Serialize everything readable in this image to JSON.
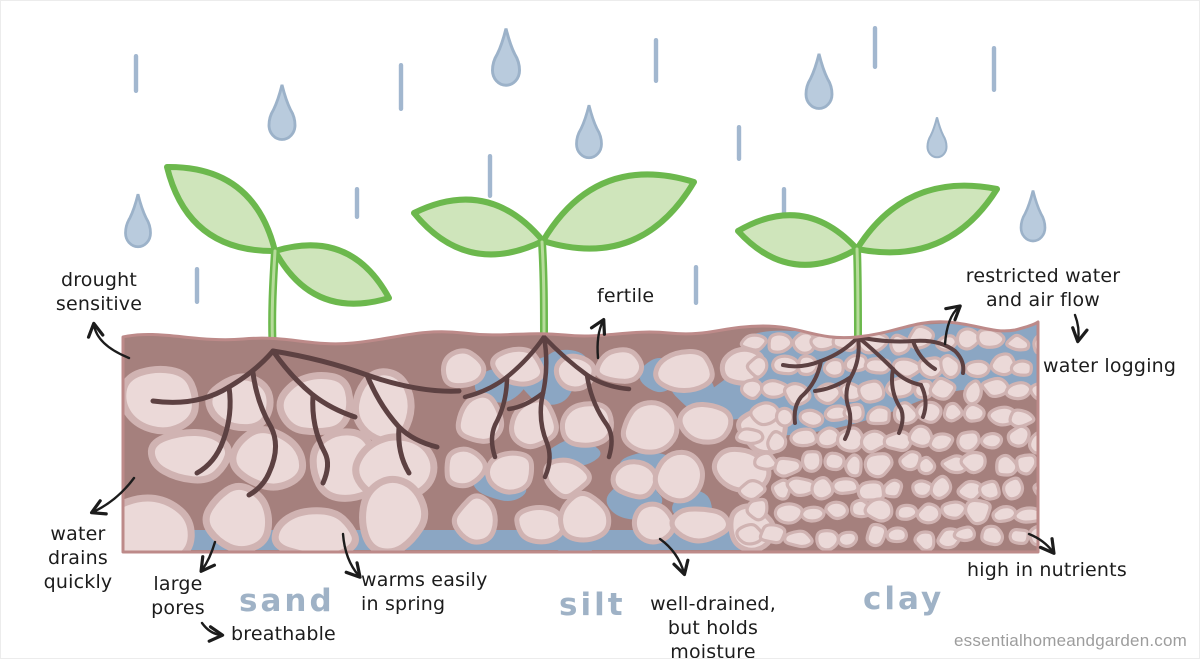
{
  "annotations": {
    "drought_sensitive": "drought\nsensitive",
    "fertile": "fertile",
    "restricted_flow": "restricted water\nand air flow",
    "water_logging": "water logging",
    "water_drains": "water\ndrains\nquickly",
    "large_pores": "large\npores",
    "breathable": "breathable",
    "warms_easily": "warms easily\nin spring",
    "well_drained": "well-drained,\nbut holds moisture",
    "high_nutrients": "high in nutrients"
  },
  "soil_types": {
    "sand": "sand",
    "silt": "silt",
    "clay": "clay"
  },
  "watermark": "essentialhomeandgarden.com",
  "colors": {
    "soil_background": "#a5807d",
    "soil_outline": "#bd8a89",
    "stone_fill": "#ebd9d8",
    "stone_ring": "#d0b3b2",
    "water_blue": "#8ba6c3",
    "root_brown": "#5d4142",
    "leaf_fill": "#cfe5bb",
    "plant_green": "#6cb84d",
    "stem_highlight": "#b7db9b",
    "raindrop_fill": "#b9cbdd",
    "raindrop_outline": "#9cb2c9",
    "rain_streak": "#a2b7cf",
    "ink": "#1c1c1c",
    "soil_label": "#9fb2c6",
    "watermark_gray": "#9d9d9d"
  }
}
